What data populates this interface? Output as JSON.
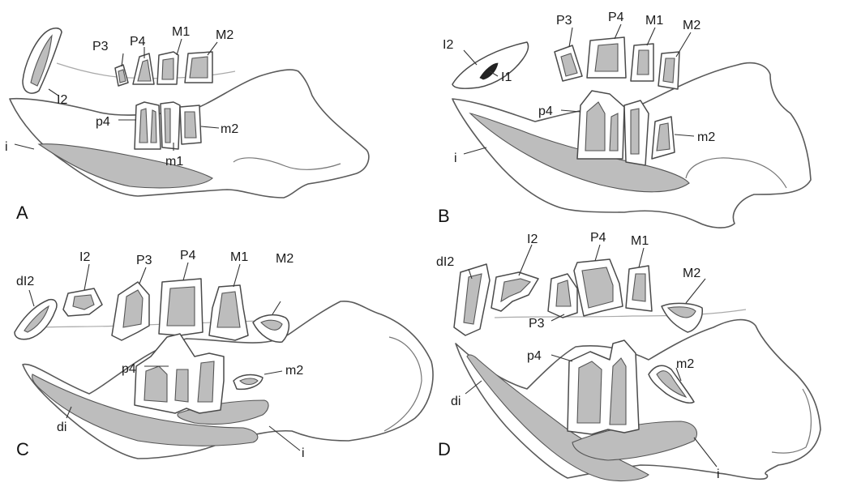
{
  "panels": [
    {
      "letter": "A",
      "labels": {
        "i2": "I2",
        "p3": "P3",
        "p4u": "P4",
        "m1u": "M1",
        "m2u": "M2",
        "p4l": "p4",
        "m2l": "m2",
        "m1l": "m1",
        "i": "i"
      }
    },
    {
      "letter": "B",
      "labels": {
        "i2": "I2",
        "i1": "I1",
        "p3": "P3",
        "p4u": "P4",
        "m1u": "M1",
        "m2u": "M2",
        "p4l": "p4",
        "m2l": "m2",
        "i": "i"
      }
    },
    {
      "letter": "C",
      "labels": {
        "di2": "dI2",
        "i2": "I2",
        "p3": "P3",
        "p4u": "P4",
        "m1u": "M1",
        "m2u": "M2",
        "p4l": "p4",
        "m2l": "m2",
        "di": "di",
        "i": "i"
      }
    },
    {
      "letter": "D",
      "labels": {
        "di2": "dI2",
        "i2": "I2",
        "p4u": "P4",
        "m1u": "M1",
        "m2u": "M2",
        "p3": "P3",
        "p4l": "p4",
        "m2l": "m2",
        "di": "di",
        "i": "i"
      }
    }
  ]
}
